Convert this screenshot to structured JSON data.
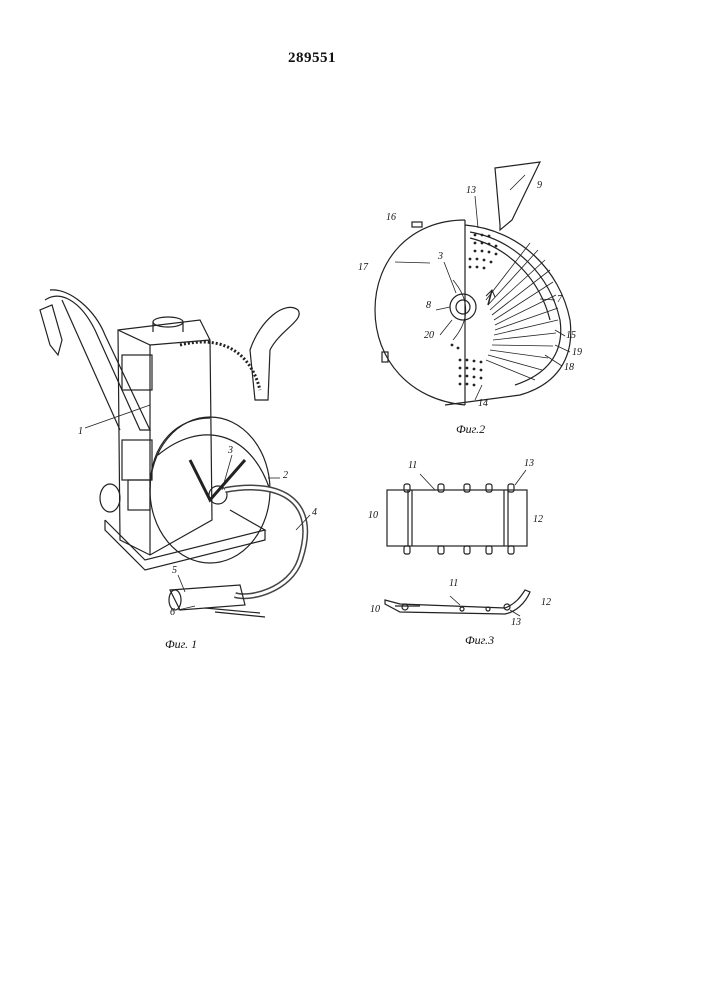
{
  "header": {
    "patent_number": "289551"
  },
  "figures": {
    "fig1": {
      "caption": "Фиг. 1",
      "labels": {
        "l1": "1",
        "l2": "2",
        "l3": "3",
        "l4": "4",
        "l5": "5",
        "l6": "6"
      }
    },
    "fig2": {
      "caption": "Фиг.2",
      "labels": {
        "l3": "3",
        "l7": "7",
        "l8": "8",
        "l9": "9",
        "l13": "13",
        "l14": "14",
        "l15": "15",
        "l16": "16",
        "l17": "17",
        "l18": "18",
        "l19": "19",
        "l20": "20"
      }
    },
    "fig3": {
      "caption": "Фиг.3",
      "labels": {
        "l10a": "10",
        "l11a": "11",
        "l12a": "12",
        "l13a": "13",
        "l10b": "10",
        "l11b": "11",
        "l12b": "12",
        "l13b": "13"
      }
    }
  }
}
